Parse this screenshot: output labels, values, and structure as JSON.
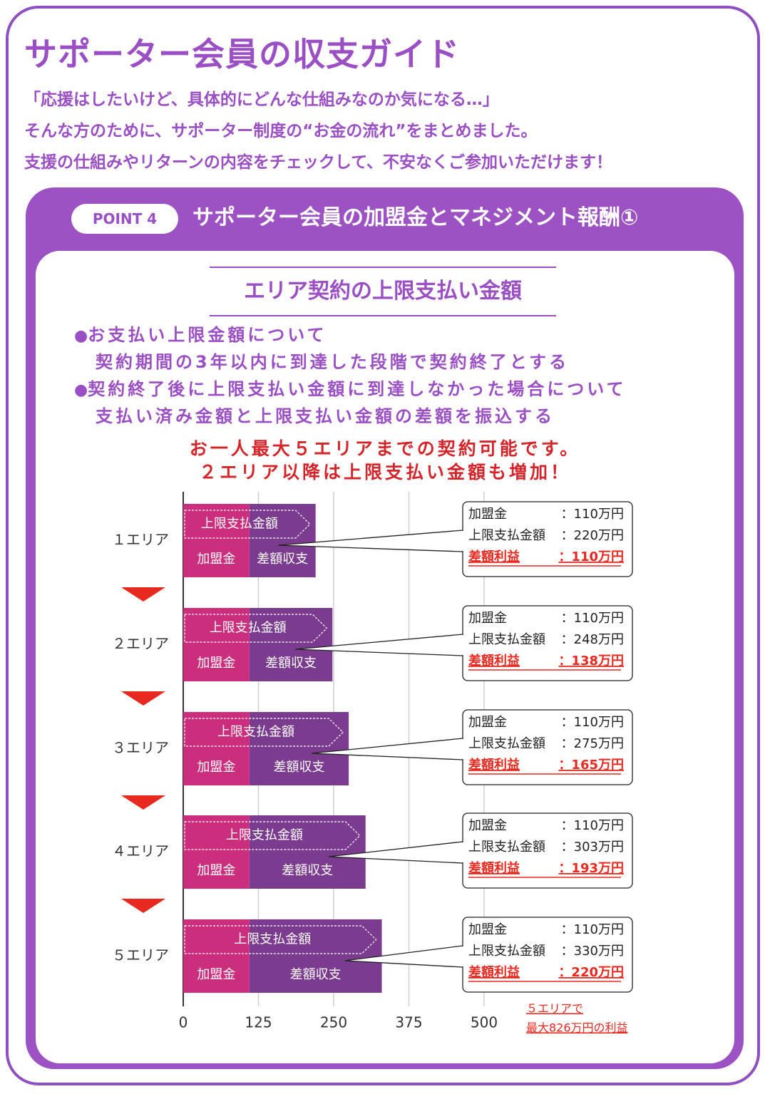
{
  "header": {
    "title": "サポーター会員の収支ガイド",
    "intro": [
      "「応援はしたいけど、具体的にどんな仕組みなのか気になる…」",
      "そんな方のために、サポーター制度の“お金の流れ”をまとめました。",
      "支援の仕組みやリターンの内容をチェックして、不安なくご参加いただけます！"
    ]
  },
  "section": {
    "point_label": "POINT 4",
    "title": "サポーター会員の加盟金とマネジメント報酬①",
    "subtitle": "エリア契約の上限支払い金額",
    "notes": [
      {
        "bullet": "●",
        "text": "お支払い上限金額について"
      },
      {
        "bullet": "",
        "text": "契約期間の3年以内に到達した段階で契約終了とする"
      },
      {
        "bullet": "●",
        "text": "契約終了後に上限支払い金額に到達しなかった場合について"
      },
      {
        "bullet": "",
        "text": "支払い済み金額と上限支払い金額の差額を振込する"
      }
    ],
    "highlight": [
      "お一人最大５エリアまでの契約可能です。",
      "２エリア以降は上限支払い金額も増加！"
    ]
  },
  "colors": {
    "brand_purple": "#9b4fc4",
    "fee_magenta": "#cc2e7e",
    "diff_purple": "#7b3b8e",
    "arrow_red": "#e8291f",
    "profit_red": "#e8291f"
  },
  "chart_data": {
    "type": "bar",
    "orientation": "horizontal",
    "stacked": true,
    "categories": [
      "１エリア",
      "２エリア",
      "３エリア",
      "４エリア",
      "５エリア"
    ],
    "series": [
      {
        "name": "加盟金",
        "values": [
          110,
          110,
          110,
          110,
          110
        ]
      },
      {
        "name": "差額収支",
        "values": [
          110,
          138,
          165,
          193,
          220
        ]
      }
    ],
    "cap_label": "上限支払金額",
    "cap_values": [
      220,
      248,
      275,
      303,
      330
    ],
    "xlim": [
      0,
      500
    ],
    "xticks": [
      "0",
      "125",
      "250",
      "375",
      "500"
    ],
    "grid": true,
    "callouts": [
      {
        "fee_label": "加盟金",
        "fee_value": "：110万円",
        "cap_label": "上限支払金額",
        "cap_value": "：220万円",
        "profit_label": "差額利益",
        "profit_value": "：110万円"
      },
      {
        "fee_label": "加盟金",
        "fee_value": "：110万円",
        "cap_label": "上限支払金額",
        "cap_value": "：248万円",
        "profit_label": "差額利益",
        "profit_value": "：138万円"
      },
      {
        "fee_label": "加盟金",
        "fee_value": "：110万円",
        "cap_label": "上限支払金額",
        "cap_value": "：275万円",
        "profit_label": "差額利益",
        "profit_value": "：165万円"
      },
      {
        "fee_label": "加盟金",
        "fee_value": "：110万円",
        "cap_label": "上限支払金額",
        "cap_value": "：303万円",
        "profit_label": "差額利益",
        "profit_value": "：193万円"
      },
      {
        "fee_label": "加盟金",
        "fee_value": "：110万円",
        "cap_label": "上限支払金額",
        "cap_value": "：330万円",
        "profit_label": "差額利益",
        "profit_value": "：220万円"
      }
    ],
    "footnote": [
      "５エリアで",
      "最大826万円の利益"
    ]
  }
}
